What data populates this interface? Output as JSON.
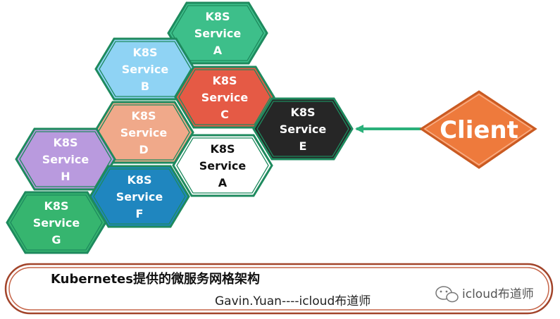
{
  "services": [
    {
      "id": "top-a",
      "lines": [
        "K8S",
        "Service",
        "A"
      ],
      "fill": "#3dbf8a",
      "text": "#ffffff"
    },
    {
      "id": "b",
      "lines": [
        "K8S",
        "Service",
        "B"
      ],
      "fill": "#8fd3f4",
      "text": "#ffffff"
    },
    {
      "id": "c",
      "lines": [
        "K8S",
        "Service",
        "C"
      ],
      "fill": "#e55a45",
      "text": "#ffffff"
    },
    {
      "id": "d",
      "lines": [
        "K8S",
        "Service",
        "D"
      ],
      "fill": "#f0a98a",
      "text": "#ffffff"
    },
    {
      "id": "e",
      "lines": [
        "K8S",
        "Service",
        "E"
      ],
      "fill": "#262626",
      "text": "#ffffff"
    },
    {
      "id": "h",
      "lines": [
        "K8S",
        "Service",
        "H"
      ],
      "fill": "#b99ade",
      "text": "#ffffff"
    },
    {
      "id": "mid-a",
      "lines": [
        "K8S",
        "Service",
        "A"
      ],
      "fill": "#ffffff",
      "text": "#111111"
    },
    {
      "id": "f",
      "lines": [
        "K8S",
        "Service",
        "F"
      ],
      "fill": "#1f86bf",
      "text": "#ffffff"
    },
    {
      "id": "g",
      "lines": [
        "K8S",
        "Service",
        "G"
      ],
      "fill": "#36b56f",
      "text": "#ffffff"
    }
  ],
  "client": {
    "label": "Client",
    "fill": "#ee7a3c",
    "stroke": "#c95a22"
  },
  "arrow_color": "#2ab07a",
  "hex_stroke": "#1e8a5e",
  "banner": {
    "title": "Kubernetes提供的微服务网格架构",
    "subtitle": "Gavin.Yuan----icloud布道师",
    "stroke": "#a2442a"
  },
  "watermark": {
    "label": "icloud布道师",
    "icon": "wechat-icon"
  }
}
